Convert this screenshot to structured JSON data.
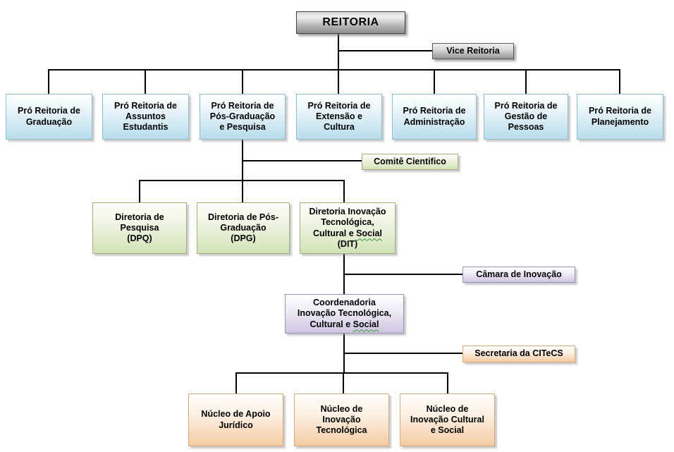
{
  "nodes": {
    "reitoria": {
      "label": "REITORIA"
    },
    "vice_reitoria": {
      "label": "Vice Reitoria"
    },
    "pro_reitorias": [
      {
        "label": "Pró Reitoria de\nGraduação"
      },
      {
        "label": "Pró Reitoria de\nAssuntos\nEstudantis"
      },
      {
        "label": "Pró Reitoria de\nPós-Graduação\ne Pesquisa"
      },
      {
        "label": "Pró Reitoria de\nExtensão e\nCultura"
      },
      {
        "label": "Pró Reitoria de\nAdministração"
      },
      {
        "label": "Pró Reitoria de\nGestão de\nPessoas"
      },
      {
        "label": "Pró Reitoria de\nPlanejamento"
      }
    ],
    "comite_cientifico": {
      "label": "Comitê Cientifico"
    },
    "diretorias": [
      {
        "label": "Diretoria de\nPesquisa\n(DPQ)"
      },
      {
        "label": "Diretoria de Pós-\nGraduação\n(DPG)"
      }
    ],
    "diretoria_dit": {
      "label_before": "Diretoria Inovação\nTecnológica,\nCultural e ",
      "label_mark": "Social",
      "label_after": "\n(DIT)"
    },
    "camara_inovacao": {
      "label": "Câmara de Inovação"
    },
    "coordenadoria": {
      "label_before": "Coordenadoria\nInovação Tecnológica,\nCultural e ",
      "label_mark": "Social",
      "label_after": ""
    },
    "secretaria_citecs": {
      "label": "Secretaria da CITeCS"
    },
    "nucleos": [
      {
        "label": "Núcleo de Apoio\nJurídico"
      },
      {
        "label": "Núcleo de\nInovação\nTecnológica"
      },
      {
        "label": "Núcleo de\nInovação Cultural\ne Social"
      }
    ]
  },
  "colors": {
    "root_gray": "#8e8e8e",
    "side_gray": "#979797",
    "pro_reitoria_blue": "#b7dcea",
    "diretoria_green": "#d2e2b6",
    "coordenadoria_purple": "#cdc5e0",
    "nucleo_orange": "#f5cba3",
    "connector_line": "#000000",
    "spellcheck_squiggle": "#2e9e2e"
  }
}
